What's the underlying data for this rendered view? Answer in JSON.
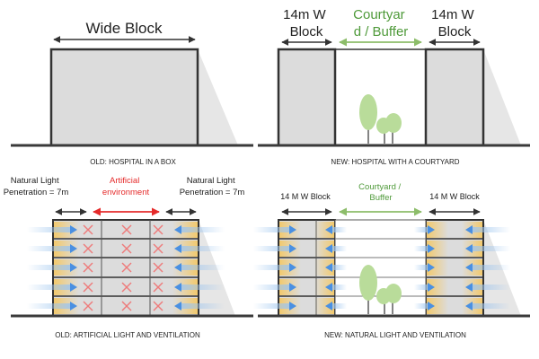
{
  "colors": {
    "wall": "#333333",
    "wall_fill": "#dcdcdc",
    "ground": "#3a3a3a",
    "shadow": "#e6e6e6",
    "green_text": "#4f9a3a",
    "green_arrow": "#8dbd6a",
    "tree": "#b9dc9a",
    "trunk": "#5a5a5a",
    "red": "#e52b2b",
    "cross": "#ee7a7a",
    "blue_arrow": "#4a90e2",
    "light": "#f6c65a"
  },
  "panels": {
    "top_left": {
      "title": "Wide Block",
      "caption": "OLD: HOSPITAL IN A BOX"
    },
    "top_right": {
      "left_block": [
        "14m W",
        "Block"
      ],
      "middle": [
        "Courtyar",
        "d / Buffer"
      ],
      "right_block": [
        "14m W",
        "Block"
      ],
      "caption": "NEW: HOSPITAL WITH A COURTYARD"
    },
    "bottom_left": {
      "left_note": [
        "Natural Light",
        "Penetration = 7m"
      ],
      "middle_note": [
        "Artificial",
        "environment"
      ],
      "right_note": [
        "Natural Light",
        "Penetration = 7m"
      ],
      "caption": "OLD: ARTIFICIAL LIGHT AND VENTILATION"
    },
    "bottom_right": {
      "left_block": "14 M W Block",
      "middle": [
        "Courtyard /",
        "Buffer"
      ],
      "right_block": "14 M W Block",
      "caption": "NEW: NATURAL LIGHT AND VENTILATION"
    }
  }
}
